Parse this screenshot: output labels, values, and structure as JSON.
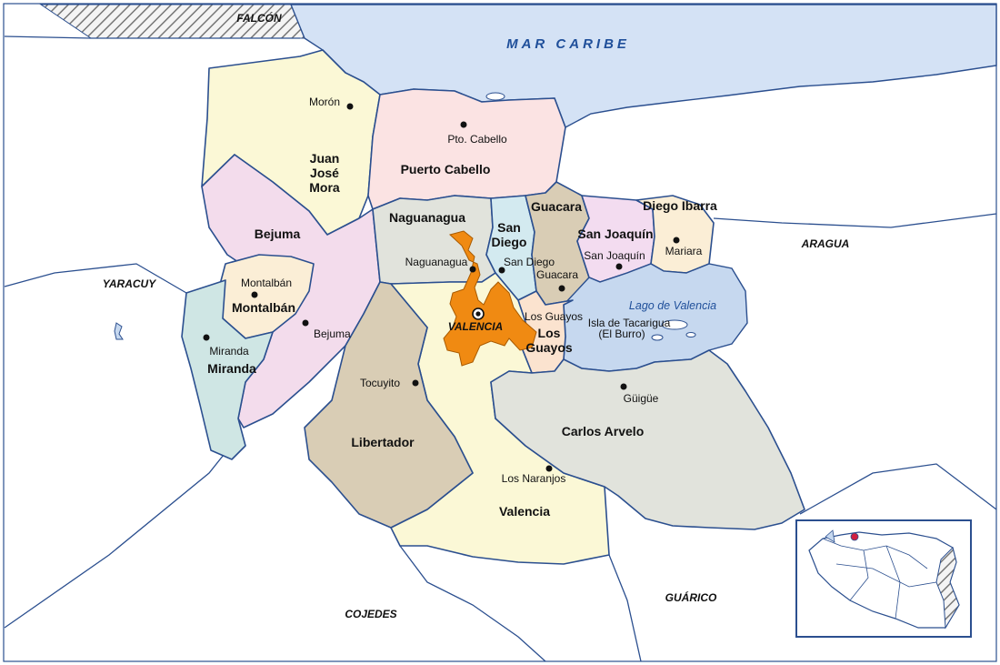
{
  "map": {
    "sea_label": "MAR CARIBE",
    "lake_label": "Lago de Valencia",
    "capital_label": "VALENCIA",
    "neighbor_states": [
      {
        "key": "falcon",
        "name": "FALCÓN"
      },
      {
        "key": "yaracuy",
        "name": "YARACUY"
      },
      {
        "key": "aragua",
        "name": "ARAGUA"
      },
      {
        "key": "cojedes",
        "name": "COJEDES"
      },
      {
        "key": "guarico",
        "name": "GUÁRICO"
      }
    ],
    "municipalities": [
      {
        "key": "juan-jose-mora",
        "name_lines": [
          "Juan",
          "José",
          "Mora"
        ],
        "color": "#fbf8d6"
      },
      {
        "key": "puerto-cabello",
        "name_lines": [
          "Puerto Cabello"
        ],
        "color": "#fbe3e3"
      },
      {
        "key": "bejuma",
        "name_lines": [
          "Bejuma"
        ],
        "color": "#f3dcec"
      },
      {
        "key": "montalban",
        "name_lines": [
          "Montalbán"
        ],
        "color": "#fbeed6"
      },
      {
        "key": "miranda",
        "name_lines": [
          "Miranda"
        ],
        "color": "#cfe6e4"
      },
      {
        "key": "naguanagua",
        "name_lines": [
          "Naguanagua"
        ],
        "color": "#e1e3dc"
      },
      {
        "key": "san-diego",
        "name_lines": [
          "San",
          "Diego"
        ],
        "color": "#d3eaf0"
      },
      {
        "key": "guacara",
        "name_lines": [
          "Guacara"
        ],
        "color": "#d9cdb5"
      },
      {
        "key": "san-joaquin",
        "name_lines": [
          "San Joaquín"
        ],
        "color": "#f3dcf0"
      },
      {
        "key": "diego-ibarra",
        "name_lines": [
          "Diego Ibarra"
        ],
        "color": "#fbeed6"
      },
      {
        "key": "los-guayos",
        "name_lines": [
          "Los",
          "Guayos"
        ],
        "color": "#fbe3cf"
      },
      {
        "key": "libertador",
        "name_lines": [
          "Libertador"
        ],
        "color": "#d9cdb5"
      },
      {
        "key": "valencia",
        "name_lines": [
          "Valencia"
        ],
        "color": "#fbf8d6"
      },
      {
        "key": "carlos-arvelo",
        "name_lines": [
          "Carlos Arvelo"
        ],
        "color": "#e1e3dc"
      }
    ],
    "towns": [
      {
        "key": "moron",
        "name": "Morón"
      },
      {
        "key": "pto-cabello",
        "name": "Pto. Cabello"
      },
      {
        "key": "naguanagua-town",
        "name": "Naguanagua"
      },
      {
        "key": "san-diego-town",
        "name": "San Diego"
      },
      {
        "key": "guacara-town",
        "name": "Guacara"
      },
      {
        "key": "san-joaquin-town",
        "name": "San Joaquín"
      },
      {
        "key": "mariara",
        "name": "Mariara"
      },
      {
        "key": "montalban-town",
        "name": "Montalbán"
      },
      {
        "key": "bejuma-town",
        "name": "Bejuma"
      },
      {
        "key": "miranda-town",
        "name": "Miranda"
      },
      {
        "key": "los-guayos-town",
        "name": "Los Guayos"
      },
      {
        "key": "tacarigua",
        "name": "Isla de Tacarigua"
      },
      {
        "key": "el-burro",
        "name": "(El Burro)"
      },
      {
        "key": "tocuyito",
        "name": "Tocuyito"
      },
      {
        "key": "guigue",
        "name": "Güigüe"
      },
      {
        "key": "los-naranjos",
        "name": "Los Naranjos"
      }
    ],
    "colors": {
      "sea": "#d4e2f5",
      "lake": "#c6d8ef",
      "border": "#2b4f8f",
      "urban": "#f08a12",
      "inset_highlight": "#d02040"
    }
  }
}
